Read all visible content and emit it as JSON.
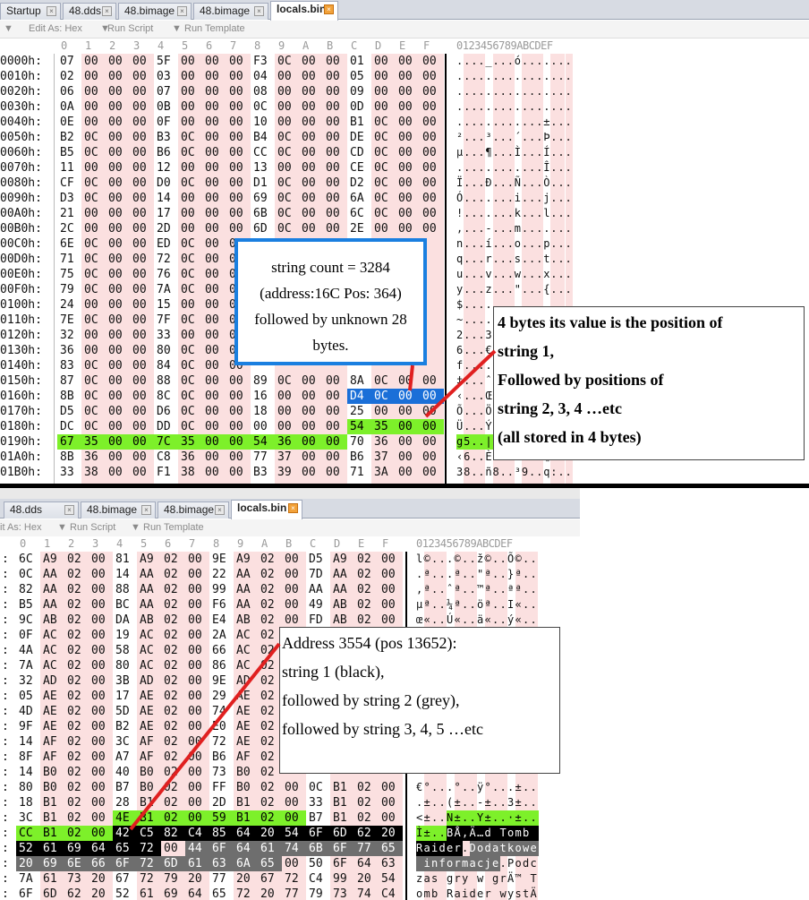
{
  "top_editor": {
    "tabs": [
      "Startup",
      "48.dds",
      "48.bimage",
      "48.bimage",
      "locals.bin"
    ],
    "active_tab": 4,
    "toolbar": [
      "Edit As: Hex",
      "Run Script",
      "Run Template"
    ],
    "hex_header": [
      "0",
      "1",
      "2",
      "3",
      "4",
      "5",
      "6",
      "7",
      "8",
      "9",
      "A",
      "B",
      "C",
      "D",
      "E",
      "F"
    ],
    "ascii_header": "0123456789ABCDEF",
    "rows": [
      {
        "addr": "0000h:",
        "hex": [
          "07",
          "00",
          "00",
          "00",
          "5F",
          "00",
          "00",
          "00",
          "F3",
          "0C",
          "00",
          "00",
          "01",
          "00",
          "00",
          "00"
        ],
        "ascii": "...._...ó......."
      },
      {
        "addr": "0010h:",
        "hex": [
          "02",
          "00",
          "00",
          "00",
          "03",
          "00",
          "00",
          "00",
          "04",
          "00",
          "00",
          "00",
          "05",
          "00",
          "00",
          "00"
        ],
        "ascii": "................"
      },
      {
        "addr": "0020h:",
        "hex": [
          "06",
          "00",
          "00",
          "00",
          "07",
          "00",
          "00",
          "00",
          "08",
          "00",
          "00",
          "00",
          "09",
          "00",
          "00",
          "00"
        ],
        "ascii": "................"
      },
      {
        "addr": "0030h:",
        "hex": [
          "0A",
          "00",
          "00",
          "00",
          "0B",
          "00",
          "00",
          "00",
          "0C",
          "00",
          "00",
          "00",
          "0D",
          "00",
          "00",
          "00"
        ],
        "ascii": "................"
      },
      {
        "addr": "0040h:",
        "hex": [
          "0E",
          "00",
          "00",
          "00",
          "0F",
          "00",
          "00",
          "00",
          "10",
          "00",
          "00",
          "00",
          "B1",
          "0C",
          "00",
          "00"
        ],
        "ascii": "............±..."
      },
      {
        "addr": "0050h:",
        "hex": [
          "B2",
          "0C",
          "00",
          "00",
          "B3",
          "0C",
          "00",
          "00",
          "B4",
          "0C",
          "00",
          "00",
          "DE",
          "0C",
          "00",
          "00"
        ],
        "ascii": "²...³...´...Þ..."
      },
      {
        "addr": "0060h:",
        "hex": [
          "B5",
          "0C",
          "00",
          "00",
          "B6",
          "0C",
          "00",
          "00",
          "CC",
          "0C",
          "00",
          "00",
          "CD",
          "0C",
          "00",
          "00"
        ],
        "ascii": "µ...¶...Ì...Í..."
      },
      {
        "addr": "0070h:",
        "hex": [
          "11",
          "00",
          "00",
          "00",
          "12",
          "00",
          "00",
          "00",
          "13",
          "00",
          "00",
          "00",
          "CE",
          "0C",
          "00",
          "00"
        ],
        "ascii": "............Î..."
      },
      {
        "addr": "0080h:",
        "hex": [
          "CF",
          "0C",
          "00",
          "00",
          "D0",
          "0C",
          "00",
          "00",
          "D1",
          "0C",
          "00",
          "00",
          "D2",
          "0C",
          "00",
          "00"
        ],
        "ascii": "Ï...Ð...Ñ...Ò..."
      },
      {
        "addr": "0090h:",
        "hex": [
          "D3",
          "0C",
          "00",
          "00",
          "14",
          "00",
          "00",
          "00",
          "69",
          "0C",
          "00",
          "00",
          "6A",
          "0C",
          "00",
          "00"
        ],
        "ascii": "Ó.......i...j..."
      },
      {
        "addr": "00A0h:",
        "hex": [
          "21",
          "00",
          "00",
          "00",
          "17",
          "00",
          "00",
          "00",
          "6B",
          "0C",
          "00",
          "00",
          "6C",
          "0C",
          "00",
          "00"
        ],
        "ascii": "!.......k...l..."
      },
      {
        "addr": "00B0h:",
        "hex": [
          "2C",
          "00",
          "00",
          "00",
          "2D",
          "00",
          "00",
          "00",
          "6D",
          "0C",
          "00",
          "00",
          "2E",
          "00",
          "00",
          "00"
        ],
        "ascii": ",...-...m......."
      },
      {
        "addr": "00C0h:",
        "hex": [
          "6E",
          "0C",
          "00",
          "00",
          "ED",
          "0C",
          "00",
          "00",
          "",
          "",
          "",
          "",
          "",
          "",
          "",
          ""
        ],
        "ascii": "n...í...o...p..."
      },
      {
        "addr": "00D0h:",
        "hex": [
          "71",
          "0C",
          "00",
          "00",
          "72",
          "0C",
          "00",
          "00",
          "",
          "",
          "",
          "",
          "",
          "",
          "",
          ""
        ],
        "ascii": "q...r...s...t..."
      },
      {
        "addr": "00E0h:",
        "hex": [
          "75",
          "0C",
          "00",
          "00",
          "76",
          "0C",
          "00",
          "00",
          "",
          "",
          "",
          "",
          "",
          "",
          "",
          ""
        ],
        "ascii": "u...v...w...x..."
      },
      {
        "addr": "00F0h:",
        "hex": [
          "79",
          "0C",
          "00",
          "00",
          "7A",
          "0C",
          "00",
          "00",
          "",
          "",
          "",
          "",
          "",
          "",
          "",
          ""
        ],
        "ascii": "y...z...\"...{..."
      },
      {
        "addr": "0100h:",
        "hex": [
          "24",
          "00",
          "00",
          "00",
          "15",
          "00",
          "00",
          "00",
          "",
          "",
          "",
          "",
          "",
          "",
          "",
          ""
        ],
        "ascii": "$..............."
      },
      {
        "addr": "0110h:",
        "hex": [
          "7E",
          "0C",
          "00",
          "00",
          "7F",
          "0C",
          "00",
          "00",
          "",
          "",
          "",
          "",
          "",
          "",
          "",
          ""
        ],
        "ascii": "~..............."
      },
      {
        "addr": "0120h:",
        "hex": [
          "32",
          "00",
          "00",
          "00",
          "33",
          "00",
          "00",
          "00",
          "",
          "",
          "",
          "",
          "",
          "",
          "",
          ""
        ],
        "ascii": "2...3..........."
      },
      {
        "addr": "0130h:",
        "hex": [
          "36",
          "00",
          "00",
          "00",
          "80",
          "0C",
          "00",
          "00",
          "",
          "",
          "",
          "",
          "",
          "",
          "",
          ""
        ],
        "ascii": "6...€..........."
      },
      {
        "addr": "0140h:",
        "hex": [
          "83",
          "0C",
          "00",
          "00",
          "84",
          "0C",
          "00",
          "00",
          "",
          "",
          "",
          "",
          "",
          "",
          "",
          ""
        ],
        "ascii": "f..............."
      },
      {
        "addr": "0150h:",
        "hex": [
          "87",
          "0C",
          "00",
          "00",
          "88",
          "0C",
          "00",
          "00",
          "89",
          "0C",
          "00",
          "00",
          "8A",
          "0C",
          "00",
          "00"
        ],
        "ascii": "‡...ˆ...‰...Š..."
      },
      {
        "addr": "0160h:",
        "hex": [
          "8B",
          "0C",
          "00",
          "00",
          "8C",
          "0C",
          "00",
          "00",
          "16",
          "00",
          "00",
          "00",
          "D4",
          "0C",
          "00",
          "00"
        ],
        "ascii": "‹...Œ.......Ô..."
      },
      {
        "addr": "0170h:",
        "hex": [
          "D5",
          "0C",
          "00",
          "00",
          "D6",
          "0C",
          "00",
          "00",
          "18",
          "00",
          "00",
          "00",
          "25",
          "00",
          "00",
          "00"
        ],
        "ascii": "Õ...Ö.......%..."
      },
      {
        "addr": "0180h:",
        "hex": [
          "DC",
          "0C",
          "00",
          "00",
          "DD",
          "0C",
          "00",
          "00",
          "00",
          "00",
          "00",
          "00",
          "54",
          "35",
          "00",
          "00"
        ],
        "ascii": "Ü...Ý.......T5.."
      },
      {
        "addr": "0190h:",
        "hex": [
          "67",
          "35",
          "00",
          "00",
          "7C",
          "35",
          "00",
          "00",
          "54",
          "36",
          "00",
          "00",
          "70",
          "36",
          "00",
          "00"
        ],
        "ascii": "g5..|5..T6..p6.."
      },
      {
        "addr": "01A0h:",
        "hex": [
          "8B",
          "36",
          "00",
          "00",
          "C8",
          "36",
          "00",
          "00",
          "77",
          "37",
          "00",
          "00",
          "B6",
          "37",
          "00",
          "00"
        ],
        "ascii": "‹6..È6..w7..¶7.."
      },
      {
        "addr": "01B0h:",
        "hex": [
          "33",
          "38",
          "00",
          "00",
          "F1",
          "38",
          "00",
          "00",
          "B3",
          "39",
          "00",
          "00",
          "71",
          "3A",
          "00",
          "00"
        ],
        "ascii": "38..ñ8..³9..q:.."
      }
    ]
  },
  "bottom_editor": {
    "tabs": [
      "48.dds",
      "48.bimage",
      "48.bimage",
      "locals.bin"
    ],
    "active_tab": 3,
    "toolbar": [
      "it As: Hex",
      "Run Script",
      "Run Template"
    ],
    "hex_header": [
      "0",
      "1",
      "2",
      "3",
      "4",
      "5",
      "6",
      "7",
      "8",
      "9",
      "A",
      "B",
      "C",
      "D",
      "E",
      "F"
    ],
    "ascii_header": "0123456789ABCDEF",
    "rows": [
      {
        "hex": [
          "6C",
          "A9",
          "02",
          "00",
          "81",
          "A9",
          "02",
          "00",
          "9E",
          "A9",
          "02",
          "00",
          "D5",
          "A9",
          "02",
          "00"
        ],
        "ascii": "l©...©..ž©..Õ©.."
      },
      {
        "hex": [
          "0C",
          "AA",
          "02",
          "00",
          "14",
          "AA",
          "02",
          "00",
          "22",
          "AA",
          "02",
          "00",
          "7D",
          "AA",
          "02",
          "00"
        ],
        "ascii": ".ª...ª..\"ª..}ª.."
      },
      {
        "hex": [
          "82",
          "AA",
          "02",
          "00",
          "88",
          "AA",
          "02",
          "00",
          "99",
          "AA",
          "02",
          "00",
          "AA",
          "AA",
          "02",
          "00"
        ],
        "ascii": "‚ª..ˆª..™ª..ªª.."
      },
      {
        "hex": [
          "B5",
          "AA",
          "02",
          "00",
          "BC",
          "AA",
          "02",
          "00",
          "F6",
          "AA",
          "02",
          "00",
          "49",
          "AB",
          "02",
          "00"
        ],
        "ascii": "µª..¼ª..öª..I«.."
      },
      {
        "hex": [
          "9C",
          "AB",
          "02",
          "00",
          "DA",
          "AB",
          "02",
          "00",
          "E4",
          "AB",
          "02",
          "00",
          "FD",
          "AB",
          "02",
          "00"
        ],
        "ascii": "œ«..Ú«..ä«..ý«.."
      },
      {
        "hex": [
          "0F",
          "AC",
          "02",
          "00",
          "19",
          "AC",
          "02",
          "00",
          "2A",
          "AC",
          "02",
          "00",
          "",
          "",
          "",
          ""
        ],
        "ascii": ""
      },
      {
        "hex": [
          "4A",
          "AC",
          "02",
          "00",
          "58",
          "AC",
          "02",
          "00",
          "66",
          "AC",
          "02",
          "",
          "",
          "",
          "",
          ""
        ],
        "ascii": ""
      },
      {
        "hex": [
          "7A",
          "AC",
          "02",
          "00",
          "80",
          "AC",
          "02",
          "00",
          "86",
          "AC",
          "02",
          "",
          "",
          "",
          "",
          ""
        ],
        "ascii": ""
      },
      {
        "hex": [
          "32",
          "AD",
          "02",
          "00",
          "3B",
          "AD",
          "02",
          "00",
          "9E",
          "AD",
          "02",
          "",
          "",
          "",
          "",
          ""
        ],
        "ascii": ""
      },
      {
        "hex": [
          "05",
          "AE",
          "02",
          "00",
          "17",
          "AE",
          "02",
          "00",
          "29",
          "AE",
          "02",
          "",
          "",
          "",
          "",
          ""
        ],
        "ascii": ""
      },
      {
        "hex": [
          "4D",
          "AE",
          "02",
          "00",
          "5D",
          "AE",
          "02",
          "00",
          "74",
          "AE",
          "02",
          "",
          "",
          "",
          "",
          ""
        ],
        "ascii": ""
      },
      {
        "hex": [
          "9F",
          "AE",
          "02",
          "00",
          "B2",
          "AE",
          "02",
          "00",
          "E0",
          "AE",
          "02",
          "",
          "",
          "",
          "",
          ""
        ],
        "ascii": ""
      },
      {
        "hex": [
          "14",
          "AF",
          "02",
          "00",
          "3C",
          "AF",
          "02",
          "00",
          "72",
          "AE",
          "02",
          "",
          "",
          "",
          "",
          ""
        ],
        "ascii": ""
      },
      {
        "hex": [
          "8F",
          "AF",
          "02",
          "00",
          "A7",
          "AF",
          "02",
          "00",
          "B6",
          "AF",
          "02",
          "",
          "",
          "",
          "",
          ""
        ],
        "ascii": ""
      },
      {
        "hex": [
          "14",
          "B0",
          "02",
          "00",
          "40",
          "B0",
          "02",
          "00",
          "73",
          "B0",
          "02",
          "",
          "",
          "",
          "",
          ""
        ],
        "ascii": ""
      },
      {
        "hex": [
          "80",
          "B0",
          "02",
          "00",
          "B7",
          "B0",
          "02",
          "00",
          "FF",
          "B0",
          "02",
          "00",
          "0C",
          "B1",
          "02",
          "00"
        ],
        "ascii": "€°...°..ÿ°...±.."
      },
      {
        "hex": [
          "18",
          "B1",
          "02",
          "00",
          "28",
          "B1",
          "02",
          "00",
          "2D",
          "B1",
          "02",
          "00",
          "33",
          "B1",
          "02",
          "00"
        ],
        "ascii": ".±..(±..-±..3±.."
      },
      {
        "hex": [
          "3C",
          "B1",
          "02",
          "00",
          "4E",
          "B1",
          "02",
          "00",
          "59",
          "B1",
          "02",
          "00",
          "B7",
          "B1",
          "02",
          "00"
        ],
        "ascii": "<±..N±..Y±..·±.."
      },
      {
        "hex": [
          "CC",
          "B1",
          "02",
          "00",
          "42",
          "C5",
          "82",
          "C4",
          "85",
          "64",
          "20",
          "54",
          "6F",
          "6D",
          "62",
          "20"
        ],
        "ascii": "Ì±..BÅ‚Ä…d Tomb "
      },
      {
        "hex": [
          "52",
          "61",
          "69",
          "64",
          "65",
          "72",
          "00",
          "44",
          "6F",
          "64",
          "61",
          "74",
          "6B",
          "6F",
          "77",
          "65"
        ],
        "ascii": "Raider.Dodatkowe"
      },
      {
        "hex": [
          "20",
          "69",
          "6E",
          "66",
          "6F",
          "72",
          "6D",
          "61",
          "63",
          "6A",
          "65",
          "00",
          "50",
          "6F",
          "64",
          "63"
        ],
        "ascii": " informacje.Podc"
      },
      {
        "hex": [
          "7A",
          "61",
          "73",
          "20",
          "67",
          "72",
          "79",
          "20",
          "77",
          "20",
          "67",
          "72",
          "C4",
          "99",
          "20",
          "54"
        ],
        "ascii": "zas gry w grÄ™ T"
      },
      {
        "hex": [
          "6F",
          "6D",
          "62",
          "20",
          "52",
          "61",
          "69",
          "64",
          "65",
          "72",
          "20",
          "77",
          "79",
          "73",
          "74",
          "C4"
        ],
        "ascii": "omb Raider wystÄ"
      }
    ]
  },
  "callouts": {
    "string_count": [
      "string count = 3284",
      "(address:16C  Pos: 364)",
      "followed by unknown 28",
      "bytes."
    ],
    "positions": [
      "4 bytes its value is  the position of",
      " string 1,",
      "Followed by positions of",
      "string 2, 3, 4 …etc",
      "(all stored in 4 bytes)"
    ],
    "address": [
      "Address 3554 (pos 13652):",
      "string 1 (black),",
      "followed  by string 2 (grey),",
      "followed  by string 3, 4, 5 …etc"
    ]
  },
  "colors": {
    "pink_col": "#fbe0e0",
    "blue_col": "#e8ecf8",
    "blue_select": "#1a6fd8",
    "green_highlight": "#7df02a",
    "black_highlight": "#000000",
    "grey_highlight": "#6e6e6e",
    "arrow_red": "#e02020",
    "callout_border_blue": "#1a7fe0"
  }
}
